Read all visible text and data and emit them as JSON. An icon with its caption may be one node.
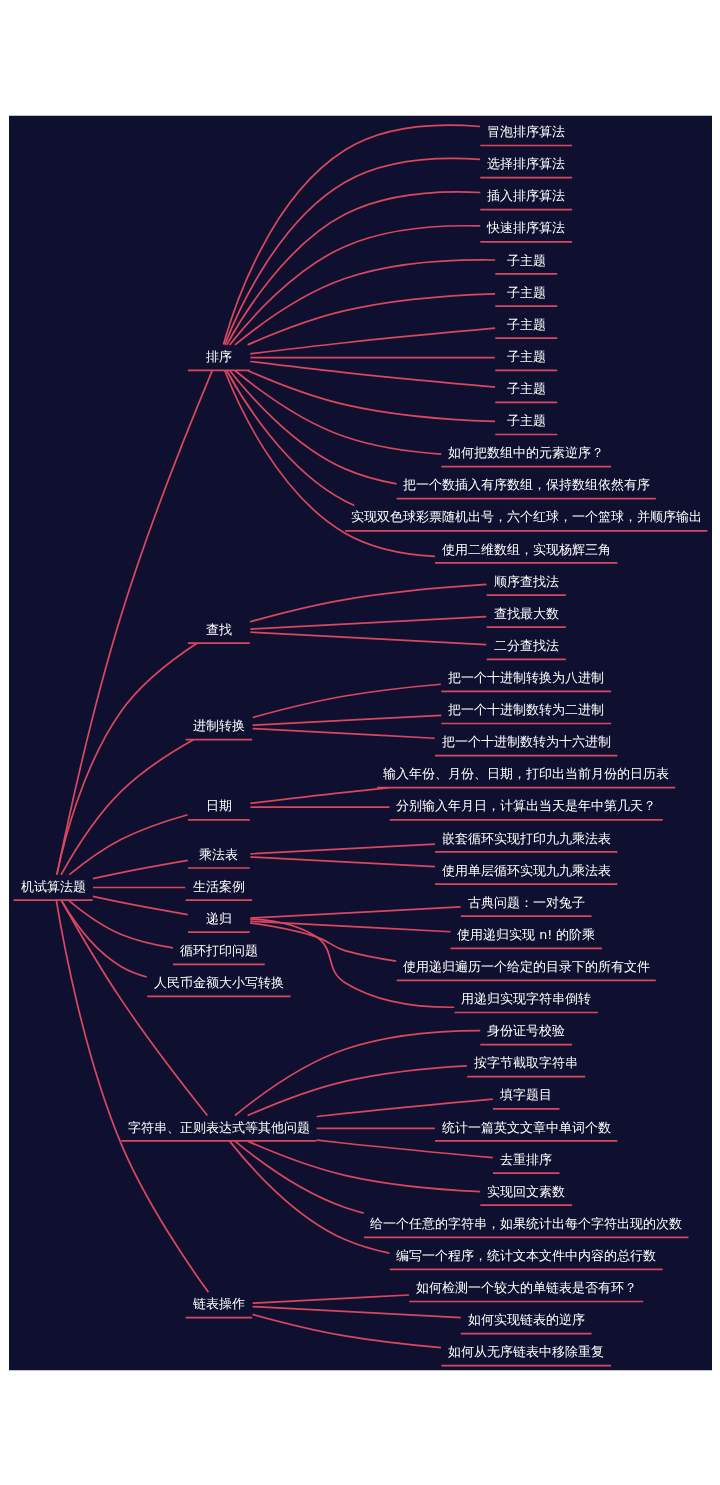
{
  "diagram": {
    "nodes": [
      {
        "text": [
          "机试算法题"
        ]
      },
      {
        "text": [
          "排序"
        ]
      },
      {
        "text": [
          "冒泡排序算法"
        ]
      },
      {
        "text": [
          "选择排序算法"
        ]
      },
      {
        "text": [
          "插入排序算法"
        ]
      },
      {
        "text": [
          "快速排序算法"
        ]
      },
      {
        "text": [
          "子主题"
        ]
      },
      {
        "text": [
          "子主题"
        ]
      },
      {
        "text": [
          "子主题"
        ]
      },
      {
        "text": [
          "子主题"
        ]
      },
      {
        "text": [
          "子主题"
        ]
      },
      {
        "text": [
          "子主题"
        ]
      },
      {
        "text": [
          "如何把数组中的元素逆序？"
        ]
      },
      {
        "text": [
          "把一个数插入有序数组，保持数组依然有序"
        ]
      },
      {
        "text": [
          "实现双色球彩票随机出号，六个红球，一个篮球，并顺序输出"
        ]
      },
      {
        "text": [
          "使用二维数组，实现杨辉三角"
        ]
      },
      {
        "text": [
          "查找"
        ]
      },
      {
        "text": [
          "顺序查找法"
        ]
      },
      {
        "text": [
          "查找最大数"
        ]
      },
      {
        "text": [
          "二分查找法"
        ]
      },
      {
        "text": [
          "进制转换"
        ]
      },
      {
        "text": [
          "把一个十进制转换为八进制"
        ]
      },
      {
        "text": [
          "把一个十进制数转为二进制"
        ]
      },
      {
        "text": [
          "把一个十进制数转为十六进制"
        ]
      },
      {
        "text": [
          "日期"
        ]
      },
      {
        "text": [
          "输入年份、月份、日期，打印出当前月份的日历表"
        ]
      },
      {
        "text": [
          "分别输入年月日，计算出当天是年中第几天？"
        ]
      },
      {
        "text": [
          "乘法表"
        ]
      },
      {
        "text": [
          "嵌套循环实现打印九九乘法表"
        ]
      },
      {
        "text": [
          "使用单层循环实现九九乘法表"
        ]
      },
      {
        "text": [
          "生活案例"
        ]
      },
      {
        "text": [
          "递归"
        ]
      },
      {
        "text": [
          "古典问题：一对兔子"
        ]
      },
      {
        "text": [
          "使用递归实现 n! 的阶乘"
        ]
      },
      {
        "text": [
          "使用递归遍历一个给定的目录下的所有文件"
        ]
      },
      {
        "text": [
          "用递归实现字符串倒转"
        ]
      },
      {
        "text": [
          "循环打印问题"
        ]
      },
      {
        "text": [
          "人民币金额大小写转换"
        ]
      },
      {
        "text": [
          "字符串、正则表达式等其他问题"
        ]
      },
      {
        "text": [
          "身份证号校验"
        ]
      },
      {
        "text": [
          "按字节截取字符串"
        ]
      },
      {
        "text": [
          "填字题目"
        ]
      },
      {
        "text": [
          "统计一篇英文文章中单词个数"
        ]
      },
      {
        "text": [
          "去重排序"
        ]
      },
      {
        "text": [
          "实现回文素数"
        ]
      },
      {
        "text": [
          "给一个任意的字符串，如果统计出每个字符出现的次数"
        ]
      },
      {
        "text": [
          "编写一个程序，统计文本文件中内容的总行数"
        ]
      },
      {
        "text": [
          "链表操作"
        ]
      },
      {
        "text": [
          "如何检测一个较大的单链表是否有环？"
        ]
      },
      {
        "text": [
          "如何实现链表的逆序"
        ]
      },
      {
        "text": [
          "如何从无序链表中移除重复"
        ]
      }
    ],
    "edges": [
      {
        "from": 0,
        "to": 1,
        "arrow": "none"
      },
      {
        "from": 1,
        "to": 2,
        "arrow": "none"
      },
      {
        "from": 1,
        "to": 3,
        "arrow": "none"
      },
      {
        "from": 1,
        "to": 4,
        "arrow": "none"
      },
      {
        "from": 1,
        "to": 5,
        "arrow": "none"
      },
      {
        "from": 1,
        "to": 6,
        "arrow": "none"
      },
      {
        "from": 1,
        "to": 7,
        "arrow": "none"
      },
      {
        "from": 1,
        "to": 8,
        "arrow": "none"
      },
      {
        "from": 1,
        "to": 9,
        "arrow": "none"
      },
      {
        "from": 1,
        "to": 10,
        "arrow": "none"
      },
      {
        "from": 1,
        "to": 11,
        "arrow": "none"
      },
      {
        "from": 1,
        "to": 12,
        "arrow": "none"
      },
      {
        "from": 1,
        "to": 13,
        "arrow": "none"
      },
      {
        "from": 1,
        "to": 14,
        "arrow": "none"
      },
      {
        "from": 1,
        "to": 15,
        "arrow": "none"
      },
      {
        "from": 0,
        "to": 16,
        "arrow": "none"
      },
      {
        "from": 16,
        "to": 17,
        "arrow": "none"
      },
      {
        "from": 16,
        "to": 18,
        "arrow": "none"
      },
      {
        "from": 16,
        "to": 19,
        "arrow": "none"
      },
      {
        "from": 0,
        "to": 20,
        "arrow": "none"
      },
      {
        "from": 20,
        "to": 21,
        "arrow": "none"
      },
      {
        "from": 20,
        "to": 22,
        "arrow": "none"
      },
      {
        "from": 20,
        "to": 23,
        "arrow": "none"
      },
      {
        "from": 0,
        "to": 24,
        "arrow": "none"
      },
      {
        "from": 24,
        "to": 25,
        "arrow": "none"
      },
      {
        "from": 24,
        "to": 26,
        "arrow": "none"
      },
      {
        "from": 0,
        "to": 27,
        "arrow": "none"
      },
      {
        "from": 27,
        "to": 28,
        "arrow": "none"
      },
      {
        "from": 27,
        "to": 29,
        "arrow": "none"
      },
      {
        "from": 0,
        "to": 30,
        "arrow": "none"
      },
      {
        "from": 0,
        "to": 31,
        "arrow": "none"
      },
      {
        "from": 31,
        "to": 32,
        "arrow": "none"
      },
      {
        "from": 31,
        "to": 33,
        "arrow": "none"
      },
      {
        "from": 31,
        "to": 34,
        "arrow": "none"
      },
      {
        "from": 31,
        "to": 35,
        "arrow": "none"
      },
      {
        "from": 0,
        "to": 36,
        "arrow": "none"
      },
      {
        "from": 0,
        "to": 37,
        "arrow": "none"
      },
      {
        "from": 0,
        "to": 38,
        "arrow": "none"
      },
      {
        "from": 38,
        "to": 39,
        "arrow": "none"
      },
      {
        "from": 38,
        "to": 40,
        "arrow": "none"
      },
      {
        "from": 38,
        "to": 41,
        "arrow": "none"
      },
      {
        "from": 38,
        "to": 42,
        "arrow": "none"
      },
      {
        "from": 38,
        "to": 43,
        "arrow": "none"
      },
      {
        "from": 38,
        "to": 44,
        "arrow": "none"
      },
      {
        "from": 38,
        "to": 45,
        "arrow": "none"
      },
      {
        "from": 38,
        "to": 46,
        "arrow": "none"
      },
      {
        "from": 0,
        "to": 47,
        "arrow": "none"
      },
      {
        "from": 47,
        "to": 48,
        "arrow": "none"
      },
      {
        "from": 47,
        "to": 49,
        "arrow": "none"
      },
      {
        "from": 47,
        "to": 50,
        "arrow": "none"
      }
    ]
  }
}
